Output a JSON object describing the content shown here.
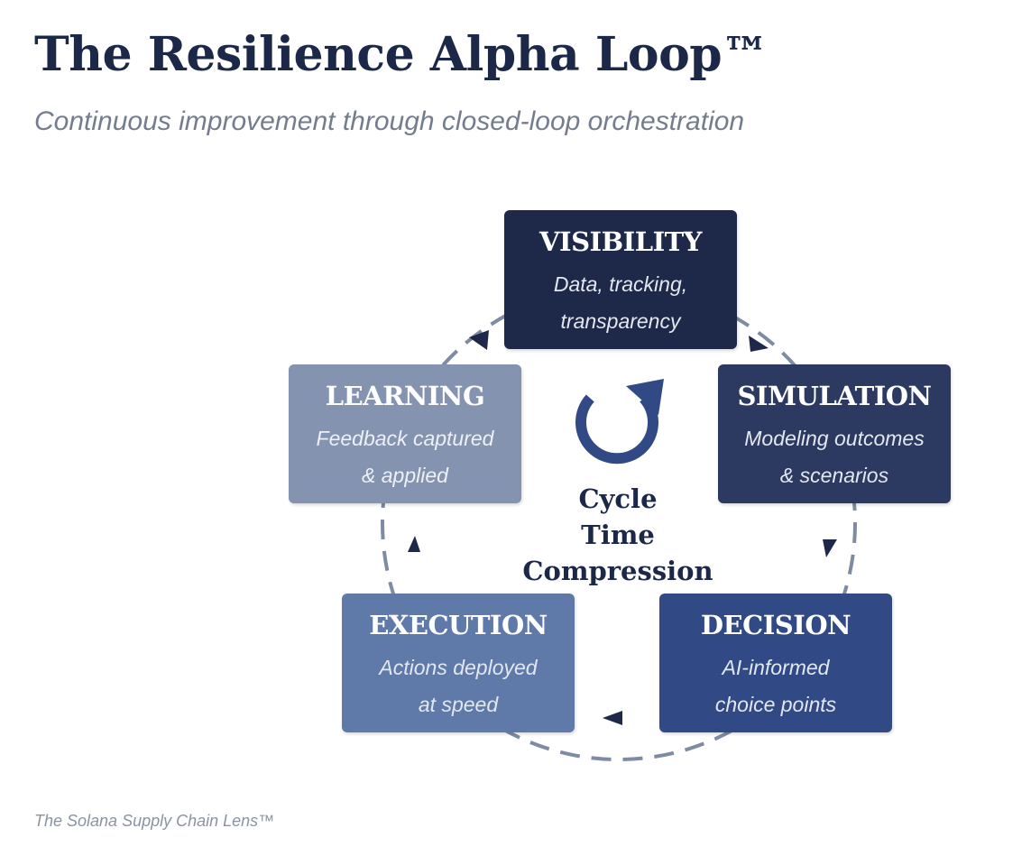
{
  "header": {
    "title": "The Resilience Alpha Loop™",
    "subtitle": "Continuous improvement through closed-loop orchestration"
  },
  "loop": {
    "stages": [
      {
        "name": "VISIBILITY",
        "desc_line1": "Data, tracking,",
        "desc_line2": "transparency",
        "color": "#1e2949"
      },
      {
        "name": "SIMULATION",
        "desc_line1": "Modeling outcomes",
        "desc_line2": "& scenarios",
        "color": "#2c3a62"
      },
      {
        "name": "DECISION",
        "desc_line1": "AI-informed",
        "desc_line2": "choice points",
        "color": "#314a86"
      },
      {
        "name": "EXECUTION",
        "desc_line1": "Actions deployed",
        "desc_line2": "at speed",
        "color": "#5f79a9"
      },
      {
        "name": "LEARNING",
        "desc_line1": "Feedback captured",
        "desc_line2": "& applied",
        "color": "#8493af"
      }
    ],
    "center_line1": "Cycle",
    "center_line2": "Time",
    "center_line3": "Compression",
    "center_icon": "cycle-arrow-icon",
    "connector_color": "#7e8ba3",
    "arrow_color": "#1e2949"
  },
  "footer": {
    "text": "The Solana Supply Chain Lens™"
  }
}
